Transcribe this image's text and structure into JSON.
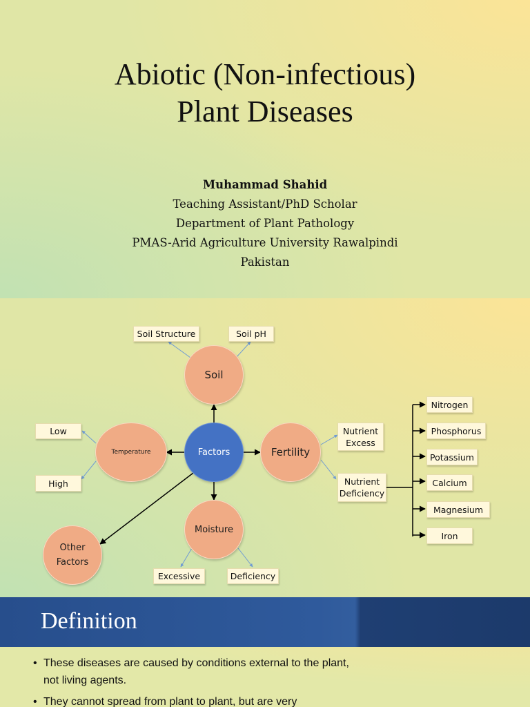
{
  "title_slide": {
    "title_line1": "Abiotic (Non-infectious)",
    "title_line2": "Plant Diseases",
    "author": "Muhammad Shahid",
    "role": "Teaching Assistant/PhD Scholar",
    "department": "Department of Plant Pathology",
    "university": "PMAS-Arid Agriculture University Rawalpindi",
    "country": "Pakistan"
  },
  "diagram_slide": {
    "center": "Factors",
    "soil": "Soil",
    "soil_structure": "Soil Structure",
    "soil_ph": "Soil pH",
    "temperature": "Temperature",
    "low": "Low",
    "high": "High",
    "fertility": "Fertility",
    "nutrient_excess": "Nutrient Excess",
    "nutrient_deficiency": "Nutrient Deficiency",
    "moisture": "Moisture",
    "excessive": "Excessive",
    "deficiency": "Deficiency",
    "other_factors": "Other Factors",
    "nutrients": [
      "Nitrogen",
      "Phosphorus",
      "Potassium",
      "Calcium",
      "Magnesium",
      "Iron"
    ],
    "colors": {
      "circle": "#f0ab85",
      "center": "#4472c4",
      "box": "#fff8dc",
      "thin_arrow": "#6f9bd3"
    }
  },
  "definition_slide": {
    "heading": "Definition",
    "bullets": [
      "These diseases are caused by conditions external to the plant, not living agents.",
      "They cannot spread from plant to plant, but are very"
    ],
    "colors": {
      "banner": "#2f5a9c"
    }
  }
}
